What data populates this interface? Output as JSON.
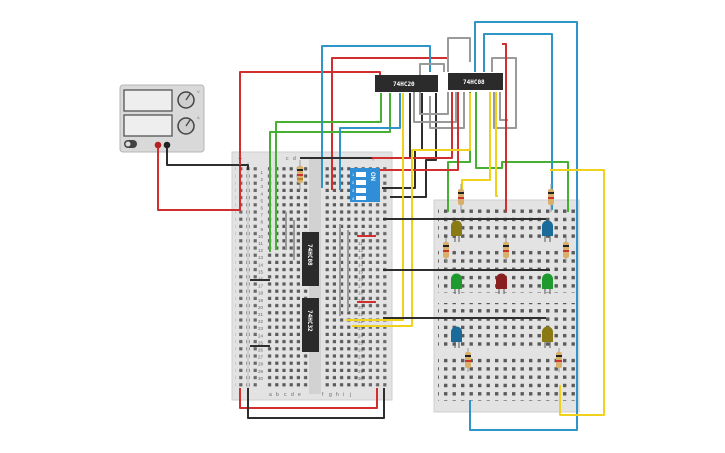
{
  "chips": {
    "top_left": "74HC20",
    "top_right": "74HC08",
    "board_upper": "74HC08",
    "board_lower": "74HC32"
  },
  "dip_switch": {
    "on_label": "ON",
    "numbers": [
      "1",
      "2",
      "3",
      "4"
    ]
  },
  "breadboard_left": {
    "cols_top": [
      "c",
      "d"
    ],
    "cols_bottom": [
      "a",
      "b",
      "c",
      "d",
      "e",
      "f",
      "g",
      "h",
      "i",
      "j"
    ],
    "rows": [
      "1",
      "2",
      "3",
      "4",
      "5",
      "6",
      "7",
      "8",
      "9",
      "10",
      "11",
      "12",
      "13",
      "14",
      "15",
      "16",
      "17",
      "18",
      "19",
      "20",
      "21",
      "22",
      "23",
      "24",
      "25",
      "26",
      "27",
      "28",
      "29",
      "30"
    ],
    "rows_right": [
      "11",
      "12",
      "13",
      "14",
      "15",
      "16",
      "17",
      "18",
      "19",
      "20",
      "21",
      "22",
      "23",
      "24",
      "25",
      "26",
      "27",
      "28",
      "29",
      "30"
    ],
    "rail_plus": "+",
    "rail_minus": "−"
  },
  "power_supply": {
    "knob_labels": [
      "V",
      "A"
    ]
  },
  "colors": {
    "wire_red": "#d12f2f",
    "wire_black": "#2e2e2e",
    "wire_blue": "#2f95c9",
    "wire_green": "#46b033",
    "wire_yellow": "#f0d21c",
    "wire_gray": "#9a9a9a",
    "dip_blue": "#2f8ed6",
    "board": "#e6e6e6",
    "led_yellow": "#8a7a13",
    "led_blue": "#1a6a9a",
    "led_green": "#1f9a2f",
    "led_red": "#8a1f1f"
  }
}
